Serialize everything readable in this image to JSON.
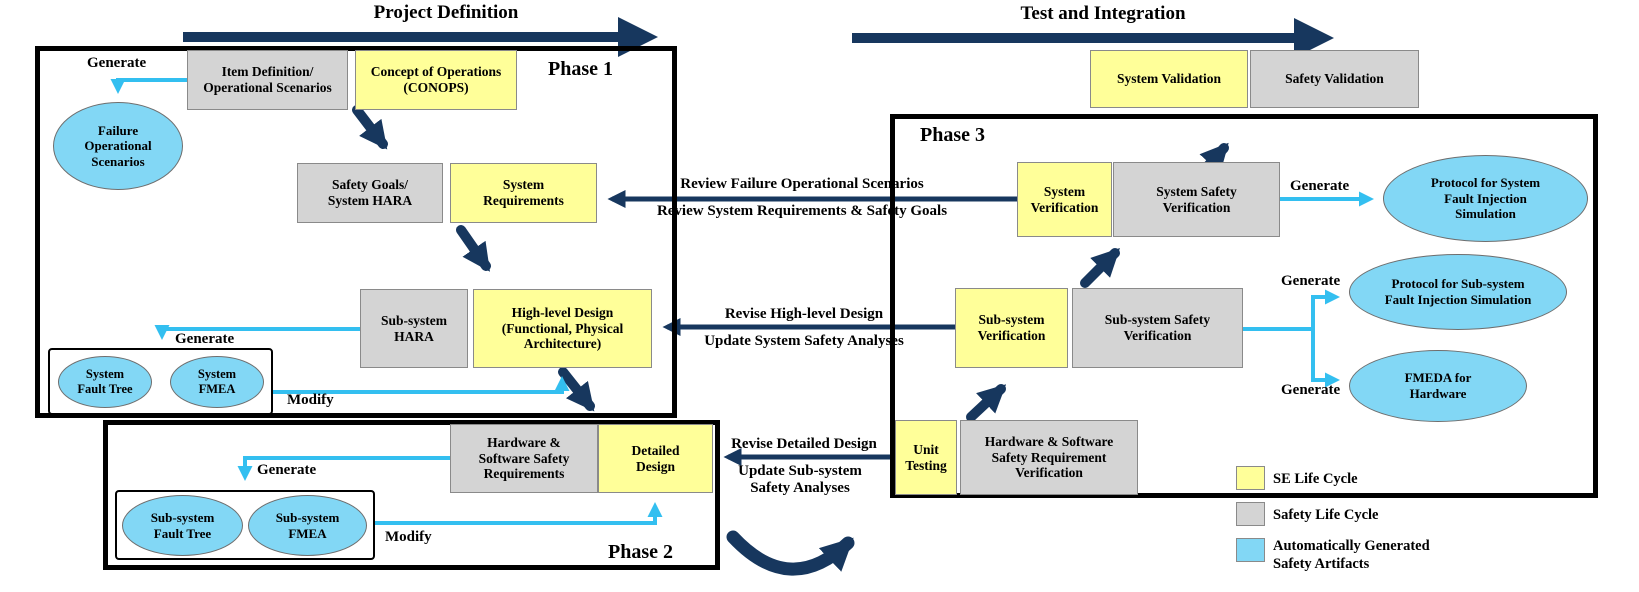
{
  "headers": {
    "project_definition": "Project Definition",
    "test_and_integration": "Test and Integration"
  },
  "phases": {
    "phase1": {
      "label": "Phase 1"
    },
    "phase2": {
      "label": "Phase 2"
    },
    "phase3": {
      "label": "Phase 3"
    }
  },
  "boxes": {
    "item_definition": {
      "label": "Item Definition/\nOperational Scenarios",
      "lifecycle": "safety"
    },
    "conops": {
      "label": "Concept of Operations\n(CONOPS)",
      "lifecycle": "se"
    },
    "safety_goals": {
      "label": "Safety Goals/\nSystem HARA",
      "lifecycle": "safety"
    },
    "system_requirements": {
      "label": "System\nRequirements",
      "lifecycle": "se"
    },
    "subsystem_hara": {
      "label": "Sub-system\nHARA",
      "lifecycle": "safety"
    },
    "high_level_design": {
      "label": "High-level Design\n(Functional, Physical\nArchitecture)",
      "lifecycle": "se"
    },
    "hw_sw_safety_requirements": {
      "label": "Hardware &\nSoftware Safety\nRequirements",
      "lifecycle": "safety"
    },
    "detailed_design": {
      "label": "Detailed\nDesign",
      "lifecycle": "se"
    },
    "system_validation": {
      "label": "System Validation",
      "lifecycle": "se"
    },
    "safety_validation": {
      "label": "Safety Validation",
      "lifecycle": "safety"
    },
    "system_verification": {
      "label": "System\nVerification",
      "lifecycle": "se"
    },
    "system_safety_verification": {
      "label": "System Safety\nVerification",
      "lifecycle": "safety"
    },
    "subsystem_verification": {
      "label": "Sub-system\nVerification",
      "lifecycle": "se"
    },
    "subsystem_safety_verification": {
      "label": "Sub-system Safety\nVerification",
      "lifecycle": "safety"
    },
    "unit_testing": {
      "label": "Unit\nTesting",
      "lifecycle": "se"
    },
    "hw_sw_safety_requirement_verification": {
      "label": "Hardware & Software\nSafety Requirement\nVerification",
      "lifecycle": "safety"
    }
  },
  "artifacts": {
    "failure_operational_scenarios": {
      "label": "Failure\nOperational\nScenarios"
    },
    "system_fault_tree": {
      "label": "System\nFault Tree"
    },
    "system_fmea": {
      "label": "System\nFMEA"
    },
    "subsystem_fault_tree": {
      "label": "Sub-system\nFault Tree"
    },
    "subsystem_fmea": {
      "label": "Sub-system\nFMEA"
    },
    "protocol_system_fault_injection": {
      "label": "Protocol for System\nFault Injection\nSimulation"
    },
    "protocol_subsystem_fault_injection": {
      "label": "Protocol for Sub-system\nFault Injection Simulation"
    },
    "fmeda_hardware": {
      "label": "FMEDA for\nHardware"
    }
  },
  "flow_labels": {
    "generate": "Generate",
    "modify": "Modify",
    "review_failure_operational_scenarios": "Review Failure Operational Scenarios",
    "review_system_requirements": "Review System Requirements & Safety Goals",
    "revise_high_level_design": "Revise High-level Design",
    "update_system_safety_analyses": "Update System Safety Analyses",
    "revise_detailed_design": "Revise Detailed Design",
    "update_subsystem_safety_analyses": "Update Sub-system\nSafety Analyses"
  },
  "legend": {
    "se_life_cycle": {
      "label": "SE Life Cycle",
      "color": "#FFFF99"
    },
    "safety_life_cycle": {
      "label": "Safety Life Cycle",
      "color": "#D4D4D4"
    },
    "auto_generated": {
      "label": "Automatically Generated\nSafety Artifacts",
      "color": "#82D7F5"
    }
  },
  "colors": {
    "navy_arrow": "#17375E",
    "cyan_arrow": "#33BFF0",
    "phase_border": "#000000"
  }
}
